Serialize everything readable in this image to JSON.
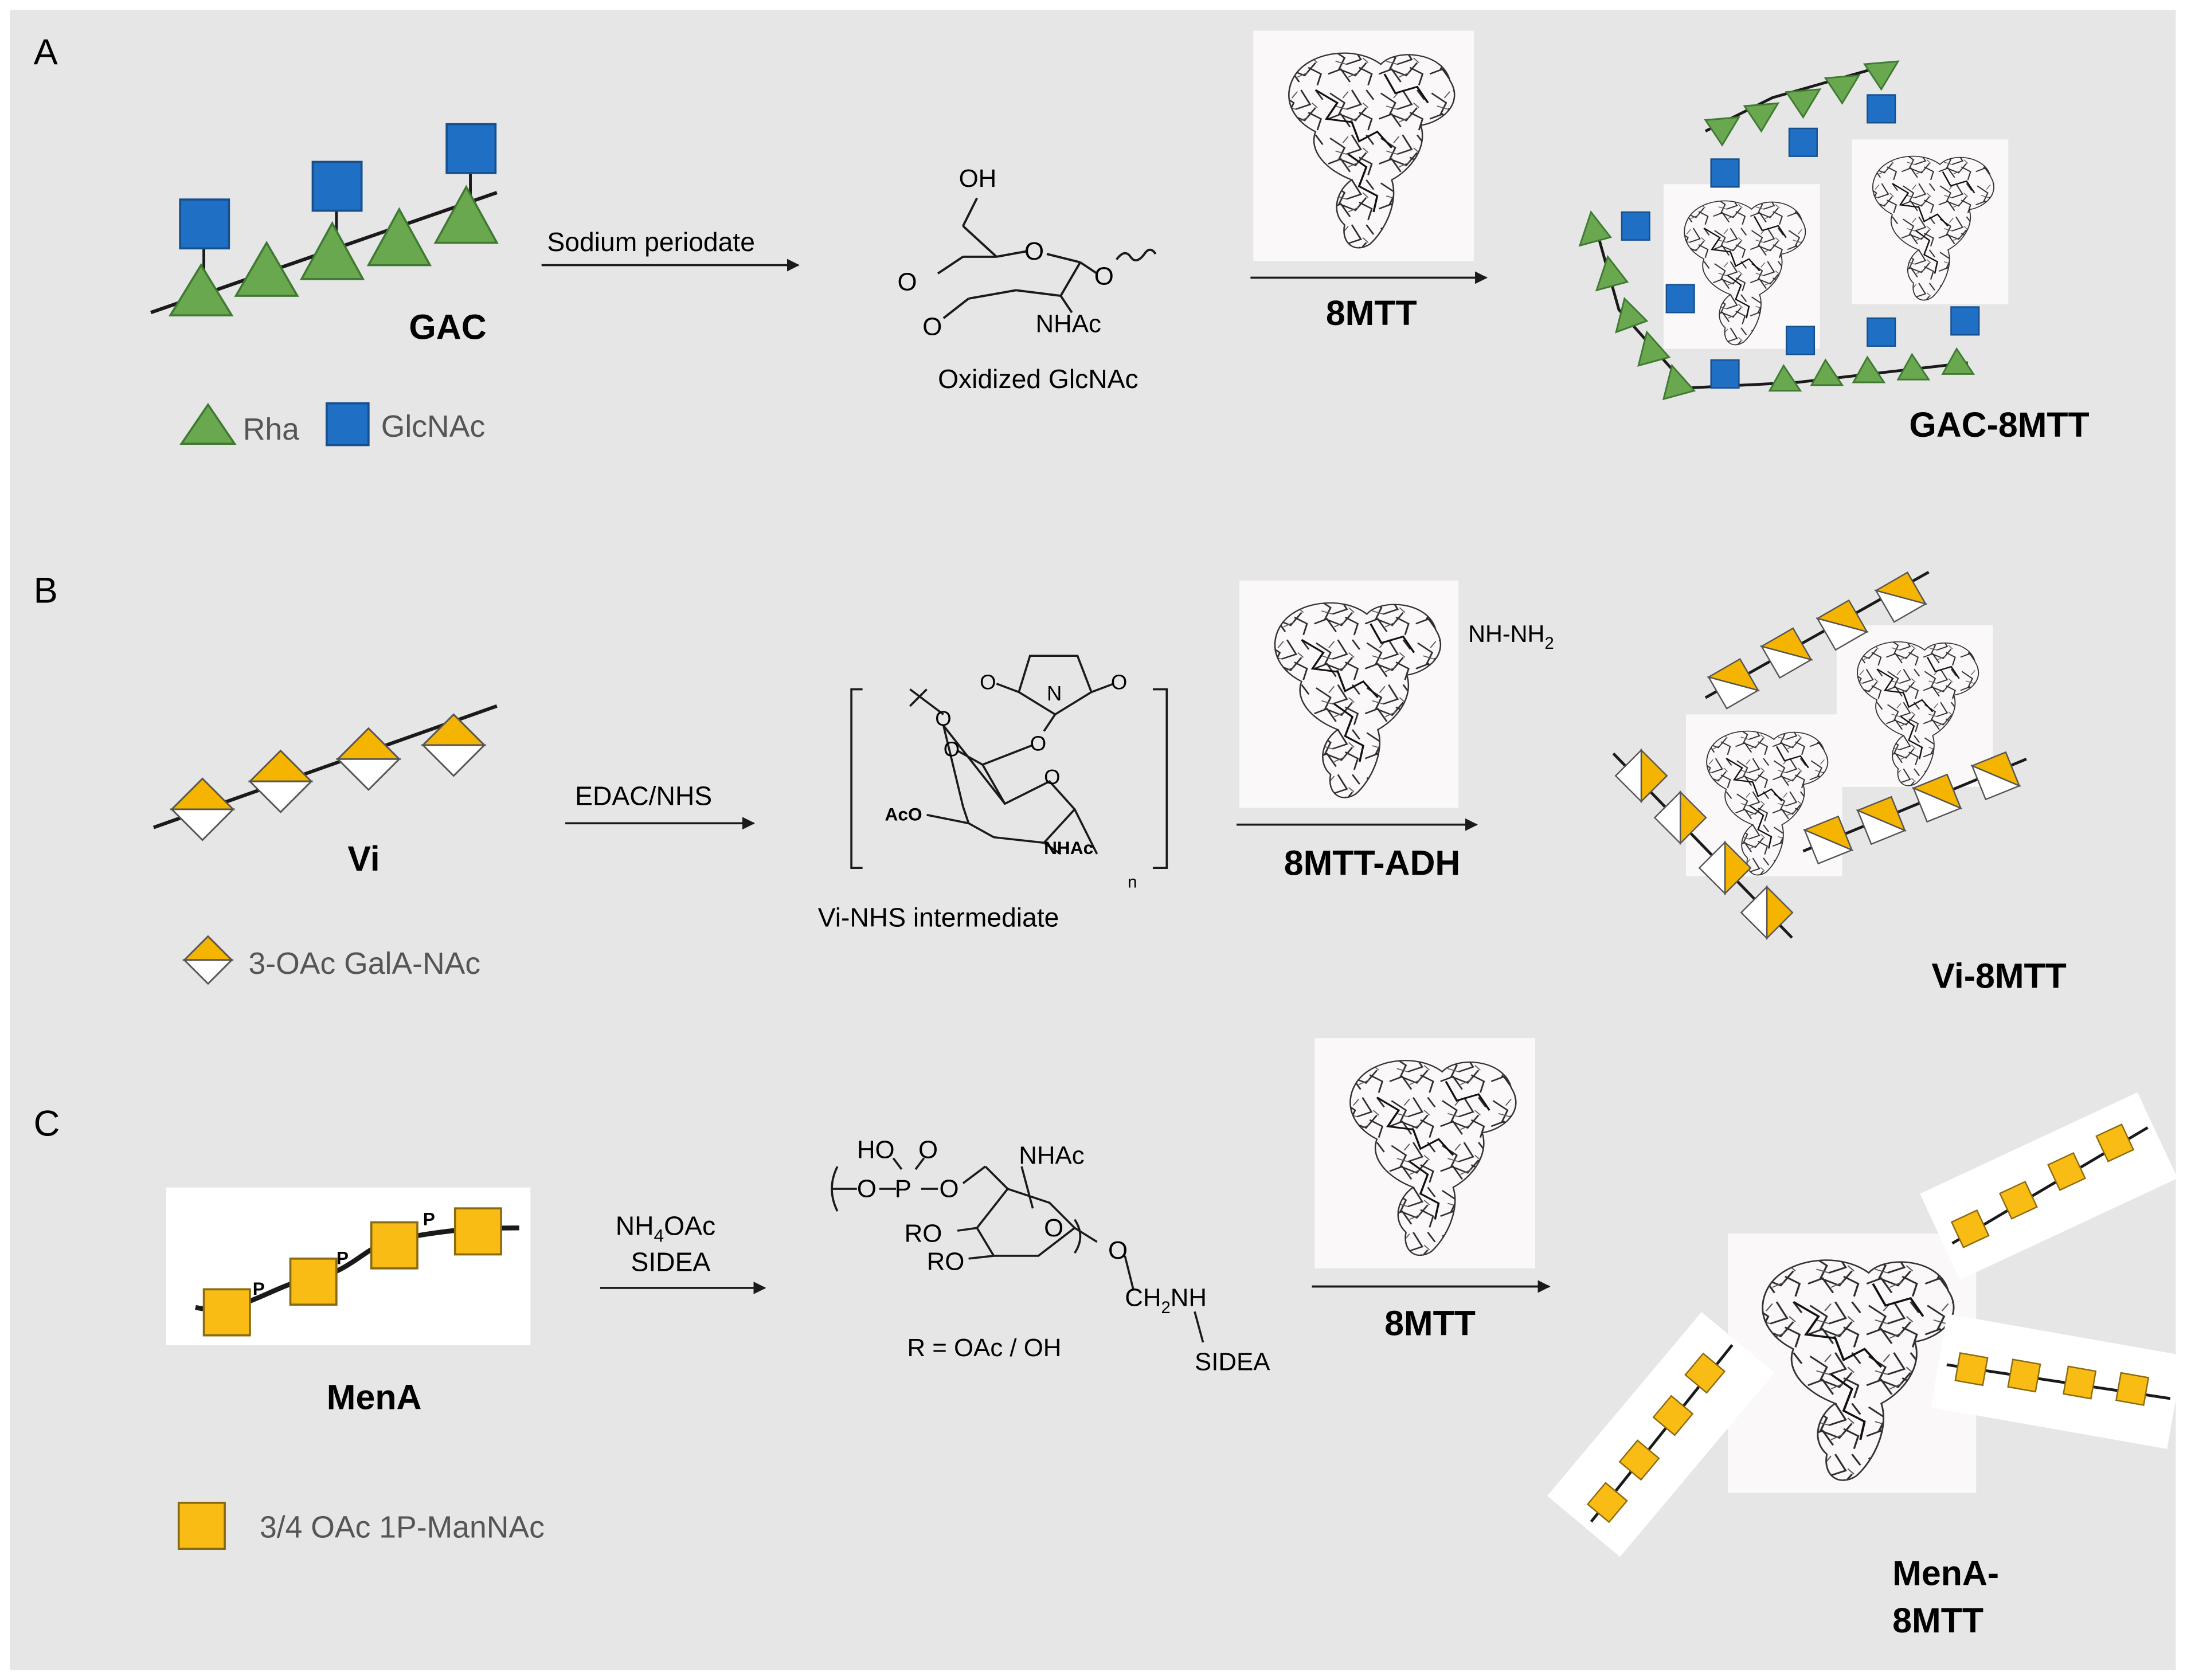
{
  "panels": {
    "a": {
      "letter": "A",
      "polysaccharide": "GAC",
      "reagent": "Sodium periodate",
      "intermediate": "Oxidized GlcNAc",
      "carrier": "8MTT",
      "product": "GAC-8MTT",
      "struct": {
        "oh": "OH",
        "ring_o": "O",
        "ald1": "O",
        "ald2": "O",
        "link_o": "O",
        "nhac": "NHAc"
      },
      "legend": {
        "rha": "Rha",
        "glcnac": "GlcNAc"
      }
    },
    "b": {
      "letter": "B",
      "polysaccharide": "Vi",
      "reagent": "EDAC/NHS",
      "intermediate": "Vi-NHS intermediate",
      "carrier": "8MTT-ADH",
      "hydrazide": "NH-NH",
      "hydrazide_sub": "2",
      "product": "Vi-8MTT",
      "struct": {
        "n_imide": "N",
        "o_imide1": "O",
        "o_imide2": "O",
        "o_link": "O",
        "o_ester": "O",
        "o_carbonyl": "O",
        "ring_o": "O",
        "aco": "AcO",
        "nhac": "NHAc",
        "n_index": "n"
      },
      "legend": {
        "galanac": "3-OAc GalA-NAc"
      }
    },
    "c": {
      "letter": "C",
      "polysaccharide": "MenA",
      "reagent_line1": "NH",
      "reagent_line1_sub": "4",
      "reagent_line1_rest": "OAc",
      "reagent_line2": "SIDEA",
      "carrier": "8MTT",
      "product_line1": "MenA-",
      "product_line2": "8MTT",
      "struct": {
        "ho": "HO",
        "o_top": "O",
        "o_left": "O",
        "p": "P",
        "o_right": "O",
        "nhac": "NHAc",
        "ring_o": "O",
        "ro1": "RO",
        "ro2": "RO",
        "o_glyc": "O",
        "ch2": "CH",
        "ch2_sub": "2",
        "ch2_rest": "NH",
        "sidea": "SIDEA",
        "r_def": "R = OAc / OH"
      },
      "phosphate": "P",
      "legend": {
        "mannac": "3/4 OAc 1P-ManNAc"
      }
    }
  },
  "colors": {
    "background": "#e6e6e6",
    "rha": "#6aa84f",
    "glcnac": "#1f6fc5",
    "galanac": "#f4b400",
    "mannac": "#f9bc15",
    "line": "#1a1a1a"
  }
}
